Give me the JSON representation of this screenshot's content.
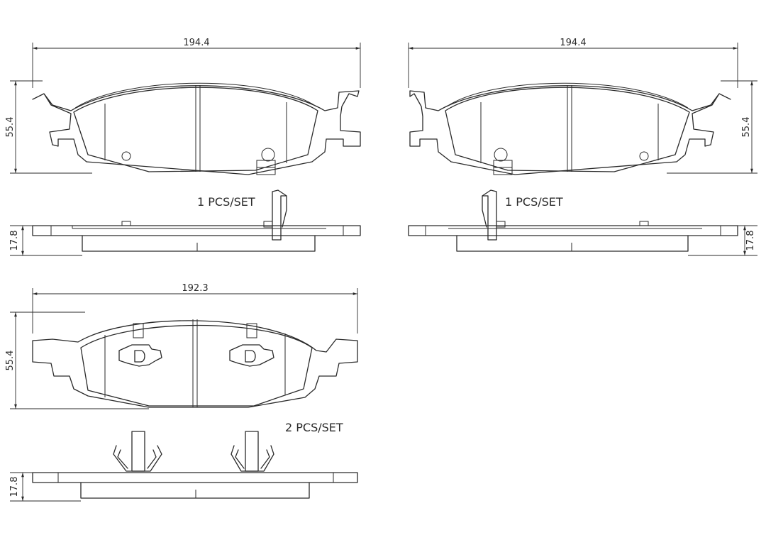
{
  "pads": {
    "top_left": {
      "width_label": "194.4",
      "height_label": "55.4",
      "thickness_label": "17.8",
      "qty_label": "1  PCS/SET"
    },
    "top_right": {
      "width_label": "194.4",
      "height_label": "55.4",
      "thickness_label": "17.8",
      "qty_label": "1  PCS/SET"
    },
    "bottom": {
      "width_label": "192.3",
      "height_label": "55.4",
      "thickness_label": "17.8",
      "qty_label": "2  PCS/SET"
    }
  }
}
